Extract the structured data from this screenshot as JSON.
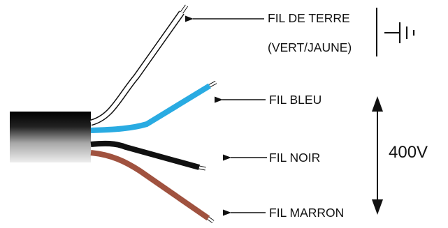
{
  "labels": {
    "earth_line1": "FIL DE TERRE",
    "earth_line2": "(VERT/JAUNE)",
    "blue": "FIL BLEU",
    "black": "FIL NOIR",
    "brown": "FIL MARRON",
    "voltage": "400V"
  },
  "colors": {
    "white_wire": "#ffffff",
    "blue_wire": "#29abe2",
    "black_wire": "#111111",
    "brown_wire": "#a0523f",
    "outline": "#111111"
  },
  "icons": {
    "earth": "earth-ground-symbol",
    "voltage": "double-headed-vertical-arrow"
  }
}
